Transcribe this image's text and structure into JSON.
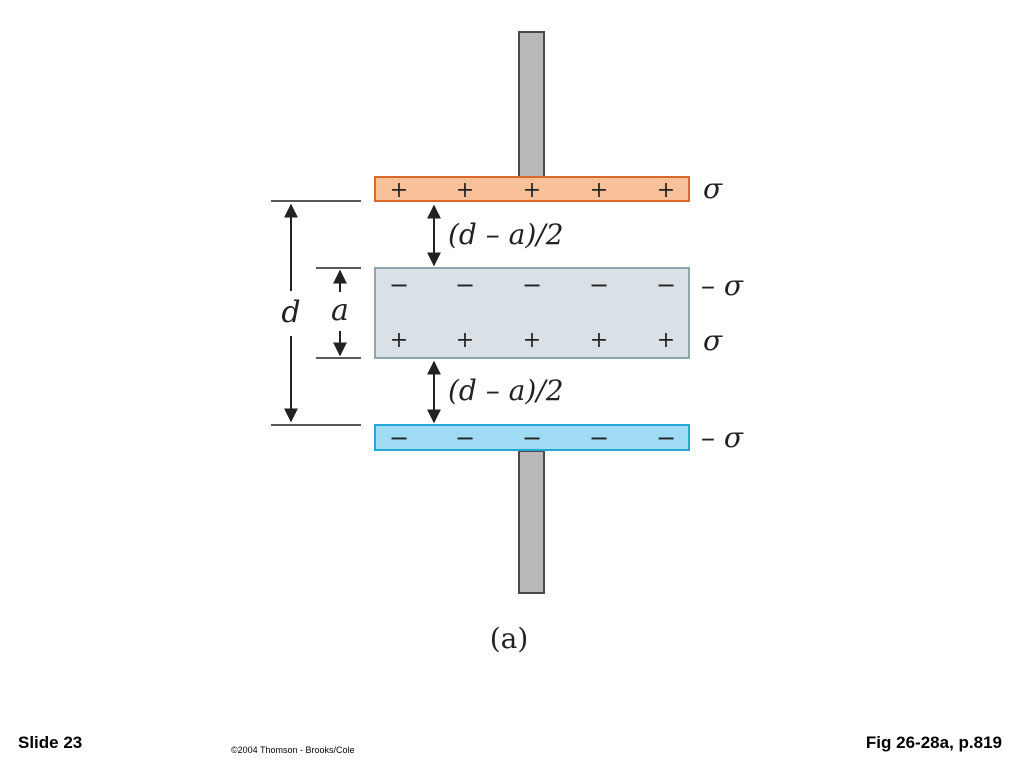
{
  "figure": {
    "sign_plus": "+",
    "sign_minus": "−",
    "sigma": "σ",
    "neg_sigma": "– σ",
    "gap_label": "(d – a)/2",
    "d_label": "d",
    "a_label": "a",
    "caption": "(a)",
    "colors": {
      "top_plate_fill": "#f8c19a",
      "top_plate_stroke": "#d9682a",
      "slab_fill": "#d9e1e6",
      "slab_stroke": "#8fa6ad",
      "bottom_plate_fill": "#9fdcf3",
      "bottom_plate_stroke": "#22a7d6",
      "wire_fill": "#b9b9b9",
      "wire_stroke": "#4a4a4a"
    }
  },
  "footer": {
    "slide": "Slide 23",
    "copyright": "©2004 Thomson - Brooks/Cole",
    "figure_ref": "Fig 26-28a, p.819"
  }
}
